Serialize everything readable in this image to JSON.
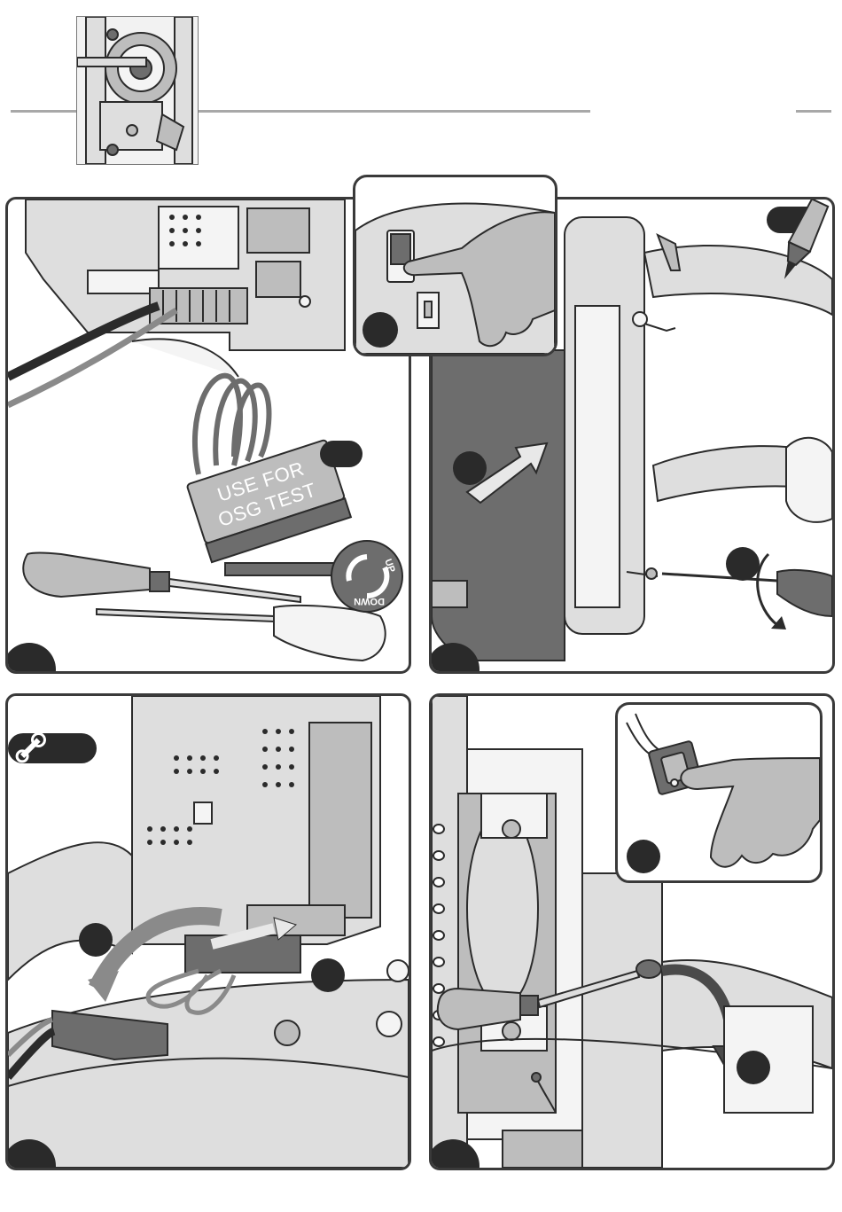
{
  "connector_tag": {
    "line1": "USE FOR",
    "line2": "OSG TEST"
  },
  "knob": {
    "up_label": "UP",
    "down_label": "DOWN"
  },
  "icons": {
    "screwdriver_bit": "screwdriver-bit-icon",
    "wrench": "wrench-icon",
    "arrow": "direction-arrow-icon",
    "hand": "hand-pressing-icon"
  },
  "colors": {
    "frame": "#3a3a3a",
    "part_light": "#dedede",
    "part_mid": "#bdbdbd",
    "part_dark": "#6d6d6d",
    "badge": "#2a2a2a"
  }
}
